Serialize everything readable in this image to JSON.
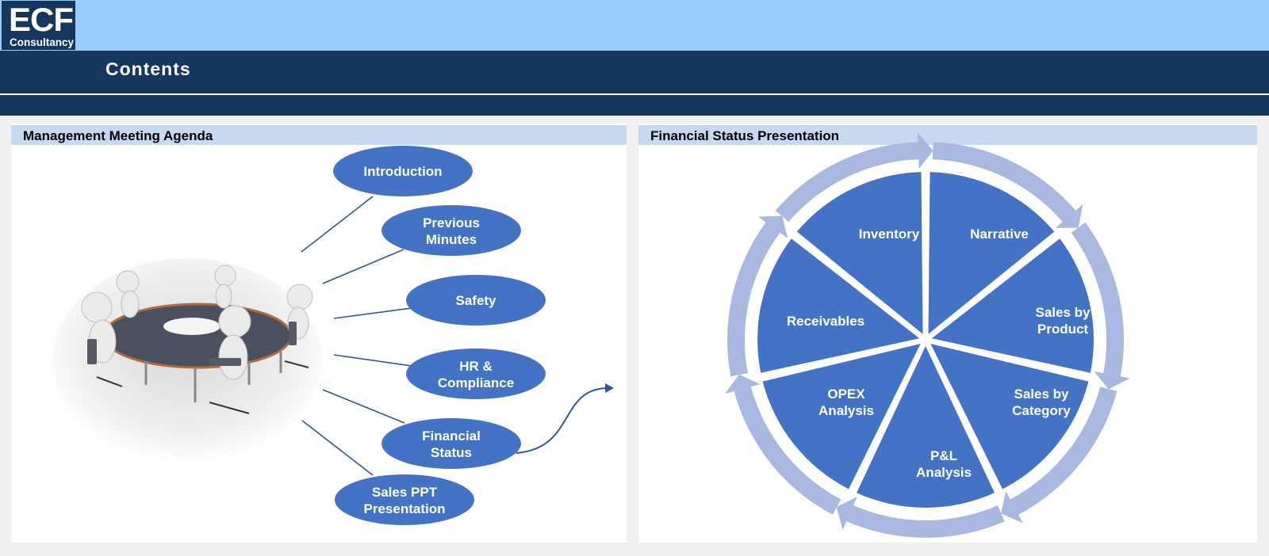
{
  "brand": {
    "name": "ECF",
    "sub": "Consultancy"
  },
  "page": {
    "title": "Contents"
  },
  "left_panel": {
    "title": "Management Meeting Agenda",
    "agenda": [
      {
        "lines": [
          "Introduction",
          ""
        ]
      },
      {
        "lines": [
          "Previous",
          "Minutes"
        ]
      },
      {
        "lines": [
          "Safety",
          ""
        ]
      },
      {
        "lines": [
          "HR &",
          "Compliance"
        ]
      },
      {
        "lines": [
          "Financial",
          "Status"
        ]
      },
      {
        "lines": [
          "Sales PPT",
          "Presentation"
        ]
      }
    ]
  },
  "right_panel": {
    "title": "Financial Status Presentation",
    "cycle": [
      {
        "lines": [
          "Narrative",
          ""
        ]
      },
      {
        "lines": [
          "Sales by",
          "Product"
        ]
      },
      {
        "lines": [
          "Sales by",
          "Category"
        ]
      },
      {
        "lines": [
          "P&L",
          "Analysis"
        ]
      },
      {
        "lines": [
          "OPEX",
          "Analysis"
        ]
      },
      {
        "lines": [
          "Receivables",
          ""
        ]
      },
      {
        "lines": [
          "Inventory",
          ""
        ]
      }
    ]
  },
  "colors": {
    "navy": "#17365d",
    "sky": "#99ccff",
    "header": "#c6d9f1",
    "node": "#4472c4",
    "arrow_ring": "#a9b8df",
    "line": "#2f5597"
  }
}
